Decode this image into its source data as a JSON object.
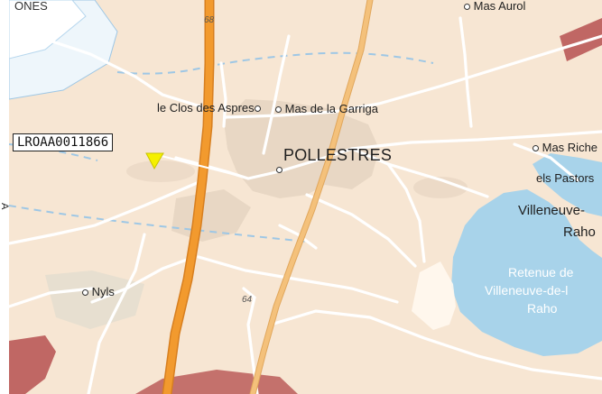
{
  "map": {
    "station_code": "LROAA0011866",
    "places": {
      "clos_des_aspres": "le Clos des Aspres",
      "mas_garriga": "Mas de la Garriga",
      "pollestres": "POLLESTRES",
      "mas_aurol": "Mas Aurol",
      "mas_riche": "Mas Riche",
      "els_pastors": "els Pastors",
      "villeneuve_1": "Villeneuve-",
      "villeneuve_2": "Raho",
      "nyls": "Nyls",
      "retenue_1": "Retenue de",
      "retenue_2": "Villeneuve-de-l",
      "retenue_3": "Raho",
      "left_cut": "ONES",
      "left_vertical": "A"
    },
    "road_refs": {
      "d68": "68",
      "d64": "64"
    },
    "colors": {
      "background": "#f7e6d3",
      "motorway": "#f29a2e",
      "primary_road": "#f4c17b",
      "lake": "#a8d3ea",
      "urban": "#e6d3bd",
      "marker": "#f5f000",
      "red_zone": "#b65050"
    }
  }
}
